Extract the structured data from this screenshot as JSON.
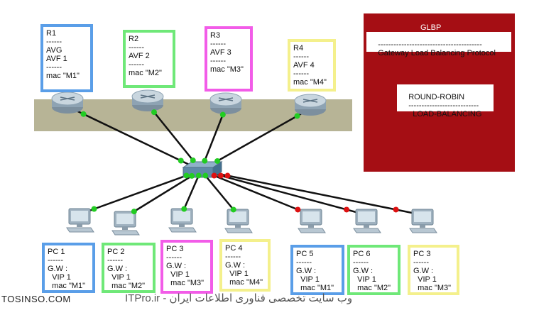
{
  "routers": [
    {
      "name": "R1",
      "lines": [
        "R1",
        "------",
        "AVG",
        "AVF 1",
        "------",
        "mac \"M1\""
      ],
      "border": "#5a9ee8"
    },
    {
      "name": "R2",
      "lines": [
        "R2",
        "------",
        "AVF 2",
        "------",
        "mac \"M2\""
      ],
      "border": "#6fe878"
    },
    {
      "name": "R3",
      "lines": [
        "R3",
        "------",
        "AVF 3",
        "------",
        "mac \"M3\""
      ],
      "border": "#f25ce8"
    },
    {
      "name": "R4",
      "lines": [
        "R4",
        "------",
        "AVF 4",
        "------",
        "mac \"M4\""
      ],
      "border": "#f4f08c"
    }
  ],
  "pcs": [
    {
      "lines": [
        "PC 1",
        "------",
        "G.W :",
        "  VIP 1",
        "  mac \"M1\""
      ],
      "border": "#5a9ee8"
    },
    {
      "lines": [
        "PC 2",
        "------",
        "G.W :",
        "  VIP 1",
        "  mac \"M2\""
      ],
      "border": "#6fe878"
    },
    {
      "lines": [
        "PC 3",
        "------",
        "G.W :",
        "  VIP 1",
        "  mac \"M3\""
      ],
      "border": "#f25ce8"
    },
    {
      "lines": [
        "PC 4",
        "------",
        "G.W :",
        "  VIP 1",
        "  mac \"M4\""
      ],
      "border": "#f4f08c"
    },
    {
      "lines": [
        "PC 5",
        "------",
        "G.W :",
        "  VIP 1",
        "  mac \"M1\""
      ],
      "border": "#5a9ee8"
    },
    {
      "lines": [
        "PC 6",
        "------",
        "G.W :",
        "  VIP 1",
        "  mac \"M2\""
      ],
      "border": "#6fe878"
    },
    {
      "lines": [
        "PC 3",
        "------",
        "G.W :",
        "  VIP 1",
        "  mac \"M3\""
      ],
      "border": "#f4f08c"
    }
  ],
  "glbp": {
    "title": "GLBP",
    "dashes": "----------------------------------------",
    "subtitle": "Gateway Load Balancing Protocol",
    "rr_title": "ROUND-ROBIN",
    "rr_dashes": "---------------------------",
    "rr_subtitle": "LOAD-BALANCING"
  },
  "link_colors": {
    "active": "#22cc22",
    "down": "#dd1111"
  },
  "footer": {
    "left": "TOSINSO.COM",
    "right": "وب سایت تخصصی فناوری اطلاعات ایران - ITPro.ir"
  }
}
